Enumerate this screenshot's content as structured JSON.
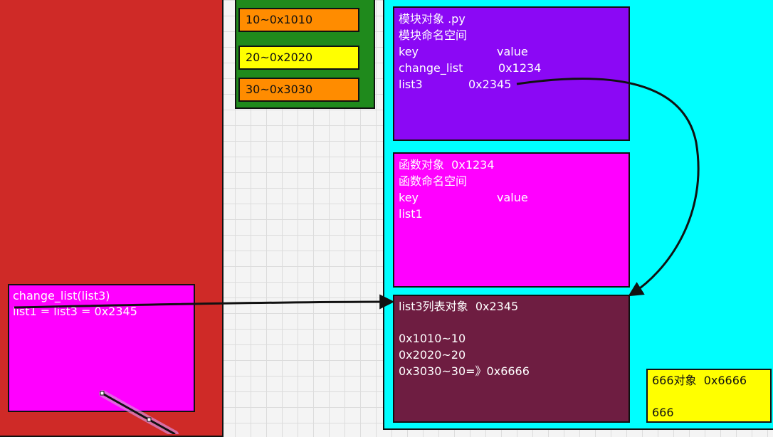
{
  "small_int_pool": [
    "10~0x1010",
    "20~0x2020",
    "30~0x3030"
  ],
  "module_object": {
    "title": "模块对象 .py",
    "namespace": "模块命名空间",
    "col_key": "key",
    "col_value": "value",
    "row1_key": "change_list",
    "row1_value": "0x1234",
    "row2_key": "list3",
    "row2_value": "0x2345"
  },
  "function_object": {
    "title": "函数对象  0x1234",
    "namespace": "函数命名空间",
    "col_key": "key",
    "col_value": "value",
    "row1_key": "list1"
  },
  "list_object": {
    "title": "list3列表对象  0x2345",
    "item1": "0x1010~10",
    "item2": "0x2020~20",
    "item3": "0x3030~30=》0x6666"
  },
  "int_666_object": {
    "title": "666对象  0x6666",
    "value": "666"
  },
  "call_frame": {
    "line1": "change_list(list3)",
    "line2": "list1 = list3 = 0x2345"
  },
  "colors": {
    "stack": "#cf2a27",
    "pool": "#1f8a1c",
    "heap": "#00ffff",
    "module": "#8b08f5",
    "function": "#ff00ff",
    "list": "#6e1d41",
    "int_object": "#ffff00"
  }
}
